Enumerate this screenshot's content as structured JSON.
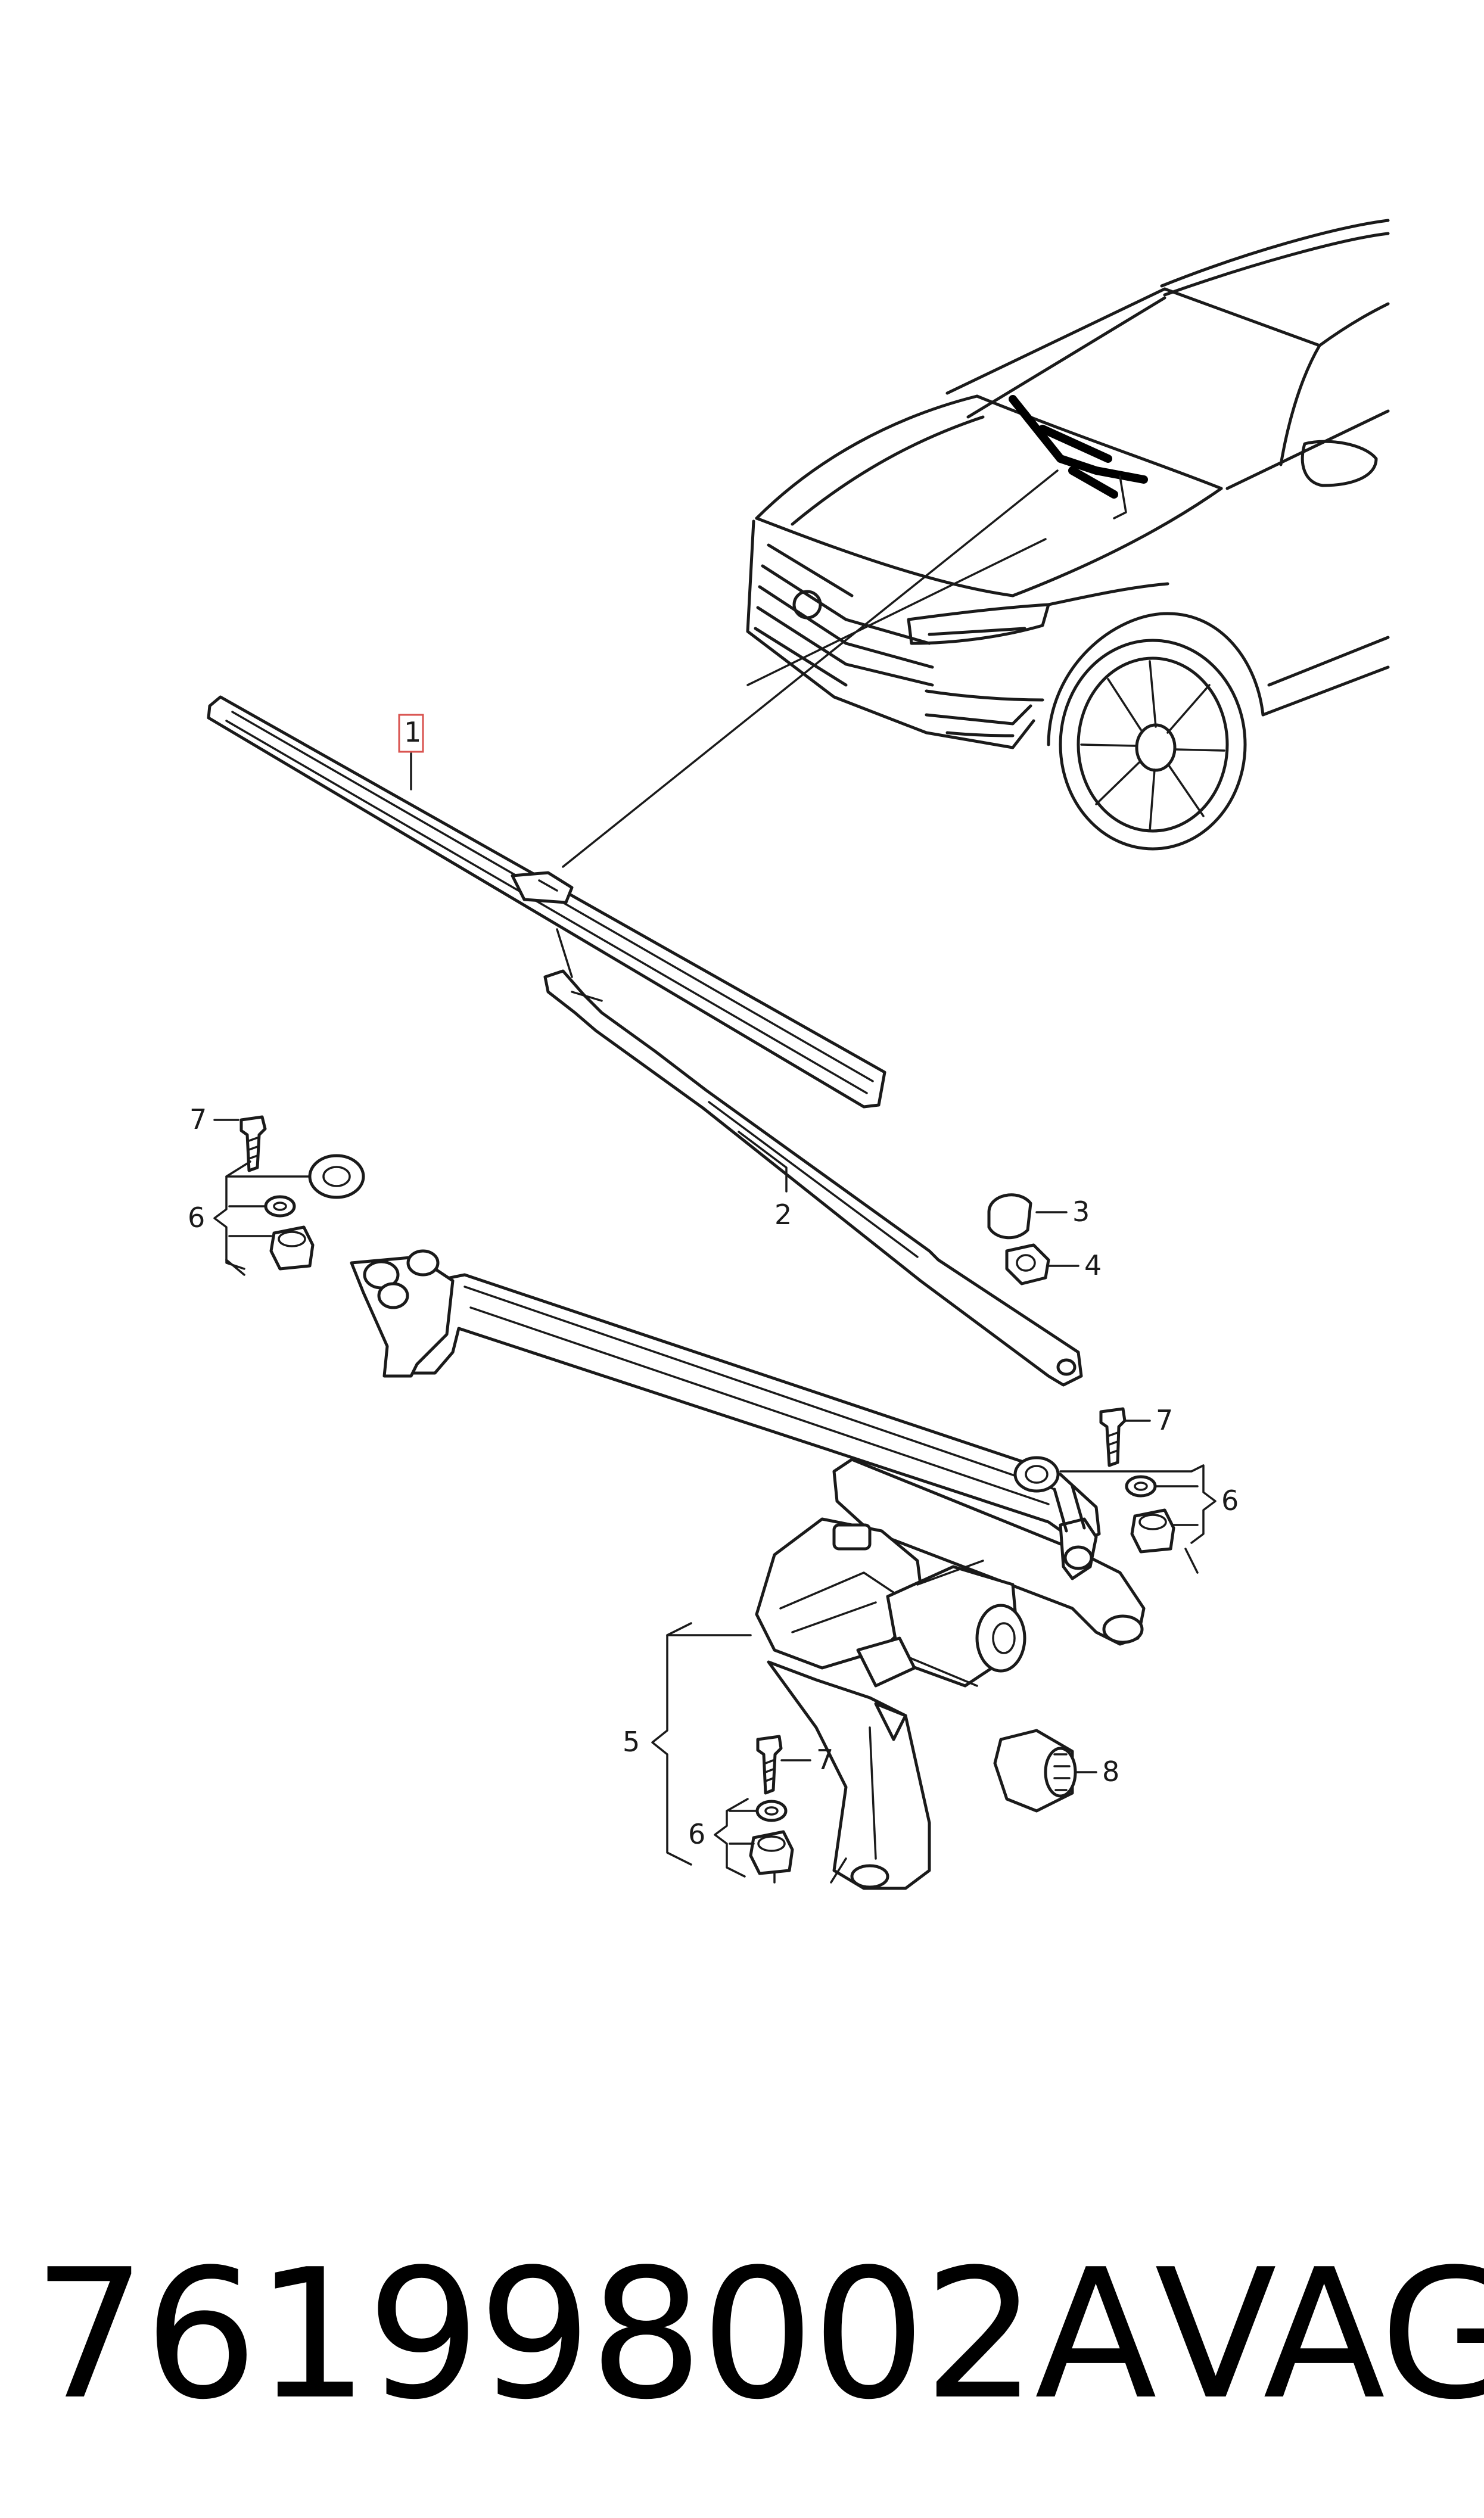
{
  "callouts": {
    "c1": "1",
    "c2": "2",
    "c3": "3",
    "c4": "4",
    "c5": "5",
    "c6a": "6",
    "c6b": "6",
    "c6c": "6",
    "c7a": "7",
    "c7b": "7",
    "c7c": "7",
    "c8": "8"
  },
  "footer": {
    "part_number": "761998002A",
    "brand": "VAG"
  },
  "colors": {
    "line": "#1a1a1a",
    "highlight": "#d9534f"
  }
}
